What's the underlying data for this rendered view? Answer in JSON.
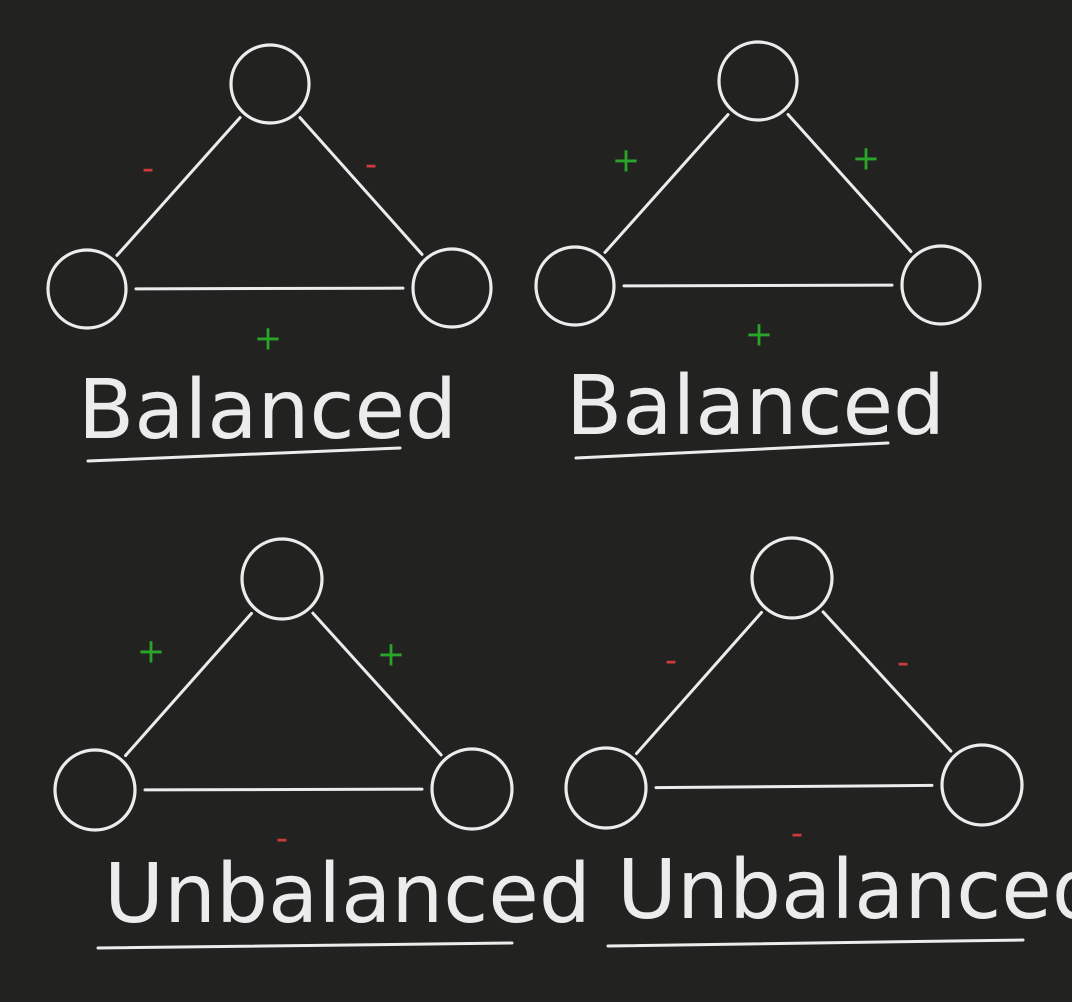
{
  "colors": {
    "background": "#222221",
    "stroke": "#ececec",
    "positive": "#2aa52a",
    "negative": "#d13a3a"
  },
  "diagrams": [
    {
      "caption": "Balanced",
      "edges": {
        "left": "-",
        "right": "-",
        "bottom": "+"
      }
    },
    {
      "caption": "Balanced",
      "edges": {
        "left": "+",
        "right": "+",
        "bottom": "+"
      }
    },
    {
      "caption": "Unbalanced",
      "edges": {
        "left": "+",
        "right": "+",
        "bottom": "-"
      }
    },
    {
      "caption": "Unbalanced",
      "edges": {
        "left": "-",
        "right": "-",
        "bottom": "-"
      }
    }
  ]
}
